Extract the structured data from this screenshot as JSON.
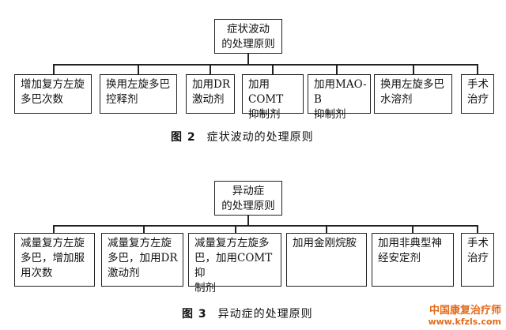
{
  "fig2": {
    "root": [
      "症状波动",
      "的处理原则"
    ],
    "children": [
      [
        "增加复方左旋",
        "多巴次数"
      ],
      [
        "换用左旋多巴",
        "控释剂"
      ],
      [
        "加用DR",
        "激动剂"
      ],
      [
        "加用COMT",
        "抑制剂"
      ],
      [
        "加用MAO-B",
        "抑制剂"
      ],
      [
        "换用左旋多巴",
        "水溶剂"
      ],
      [
        "手术",
        "治疗"
      ]
    ],
    "caption_num": "图 2",
    "caption_text": "症状波动的处理原则"
  },
  "fig3": {
    "root": [
      "异动症",
      "的处理原则"
    ],
    "children": [
      [
        "减量复方左旋",
        "多巴，增加服",
        "用次数"
      ],
      [
        "减量复方左旋",
        "多巴，加用DR",
        "激动剂"
      ],
      [
        "减量复方左旋多",
        "巴，加用COMT抑",
        "制剂"
      ],
      [
        "加用金刚烷胺"
      ],
      [
        "加用非典型神",
        "经安定剂"
      ],
      [
        "手术",
        "治疗"
      ]
    ],
    "caption_num": "图 3",
    "caption_text": "异动症的处理原则"
  },
  "watermark": {
    "line1": "中国康复治疗师",
    "line2": "www.kfzls.com"
  }
}
